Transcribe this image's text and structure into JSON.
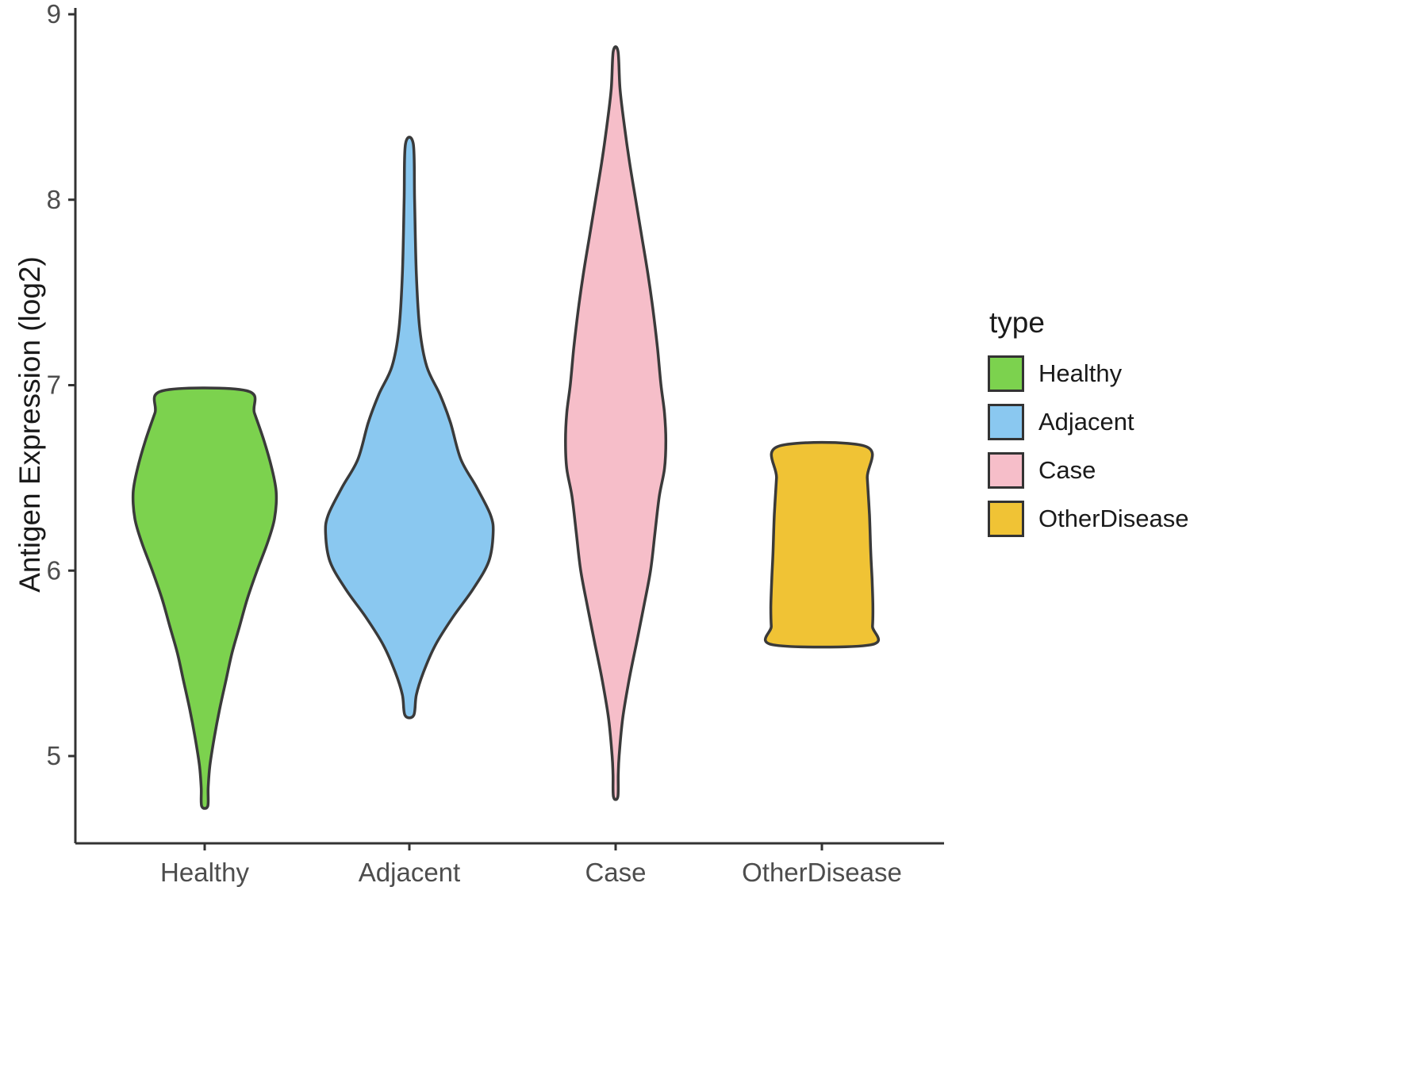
{
  "chart_data": {
    "type": "violin",
    "title": "",
    "xlabel": "",
    "ylabel": "Antigen Expression (log2)",
    "ylim": [
      4.5,
      9
    ],
    "yticks": [
      5,
      6,
      7,
      8,
      9
    ],
    "categories": [
      "Healthy",
      "Adjacent",
      "Case",
      "OtherDisease"
    ],
    "grid": "off",
    "legend": {
      "title": "type",
      "position": "right",
      "entries": [
        {
          "label": "Healthy",
          "color": "#7CD24E"
        },
        {
          "label": "Adjacent",
          "color": "#8AC8F0"
        },
        {
          "label": "Case",
          "color": "#F6BEC9"
        },
        {
          "label": "OtherDisease",
          "color": "#F0C335"
        }
      ]
    },
    "stroke_color": "#3A3A3A",
    "axis_color": "#333333",
    "violins": [
      {
        "name": "Healthy",
        "color": "#7CD24E",
        "value_range": [
          4.73,
          6.97
        ],
        "flat_top": true,
        "profile": [
          [
            6.97,
            0.48
          ],
          [
            6.85,
            0.57
          ],
          [
            6.7,
            0.68
          ],
          [
            6.55,
            0.77
          ],
          [
            6.42,
            0.82
          ],
          [
            6.28,
            0.8
          ],
          [
            6.15,
            0.72
          ],
          [
            6.0,
            0.6
          ],
          [
            5.85,
            0.49
          ],
          [
            5.7,
            0.4
          ],
          [
            5.55,
            0.31
          ],
          [
            5.4,
            0.24
          ],
          [
            5.25,
            0.17
          ],
          [
            5.1,
            0.11
          ],
          [
            4.95,
            0.06
          ],
          [
            4.83,
            0.04
          ],
          [
            4.73,
            0.035
          ]
        ]
      },
      {
        "name": "Adjacent",
        "color": "#8AC8F0",
        "value_range": [
          5.22,
          8.3
        ],
        "flat_top": false,
        "profile": [
          [
            8.3,
            0.045
          ],
          [
            8.0,
            0.06
          ],
          [
            7.6,
            0.08
          ],
          [
            7.3,
            0.12
          ],
          [
            7.1,
            0.2
          ],
          [
            6.95,
            0.35
          ],
          [
            6.8,
            0.47
          ],
          [
            6.6,
            0.59
          ],
          [
            6.45,
            0.77
          ],
          [
            6.3,
            0.93
          ],
          [
            6.2,
            0.96
          ],
          [
            6.05,
            0.91
          ],
          [
            5.9,
            0.73
          ],
          [
            5.75,
            0.5
          ],
          [
            5.6,
            0.3
          ],
          [
            5.45,
            0.16
          ],
          [
            5.33,
            0.08
          ],
          [
            5.22,
            0.05
          ]
        ]
      },
      {
        "name": "Case",
        "color": "#F6BEC9",
        "value_range": [
          4.78,
          8.8
        ],
        "flat_top": false,
        "profile": [
          [
            8.8,
            0.027
          ],
          [
            8.6,
            0.05
          ],
          [
            8.4,
            0.1
          ],
          [
            8.2,
            0.16
          ],
          [
            8.0,
            0.23
          ],
          [
            7.8,
            0.3
          ],
          [
            7.6,
            0.37
          ],
          [
            7.4,
            0.43
          ],
          [
            7.2,
            0.48
          ],
          [
            7.0,
            0.52
          ],
          [
            6.85,
            0.56
          ],
          [
            6.7,
            0.575
          ],
          [
            6.55,
            0.56
          ],
          [
            6.4,
            0.5
          ],
          [
            6.2,
            0.45
          ],
          [
            6.0,
            0.4
          ],
          [
            5.8,
            0.32
          ],
          [
            5.6,
            0.235
          ],
          [
            5.4,
            0.15
          ],
          [
            5.2,
            0.08
          ],
          [
            5.0,
            0.04
          ],
          [
            4.9,
            0.03
          ],
          [
            4.78,
            0.025
          ]
        ]
      },
      {
        "name": "OtherDisease",
        "color": "#F0C335",
        "value_range": [
          5.6,
          6.67
        ],
        "flat_top": true,
        "profile": [
          [
            6.67,
            0.5
          ],
          [
            6.5,
            0.52
          ],
          [
            6.3,
            0.545
          ],
          [
            6.1,
            0.56
          ],
          [
            5.95,
            0.575
          ],
          [
            5.8,
            0.585
          ],
          [
            5.7,
            0.58
          ],
          [
            5.6,
            0.56
          ]
        ]
      }
    ]
  }
}
